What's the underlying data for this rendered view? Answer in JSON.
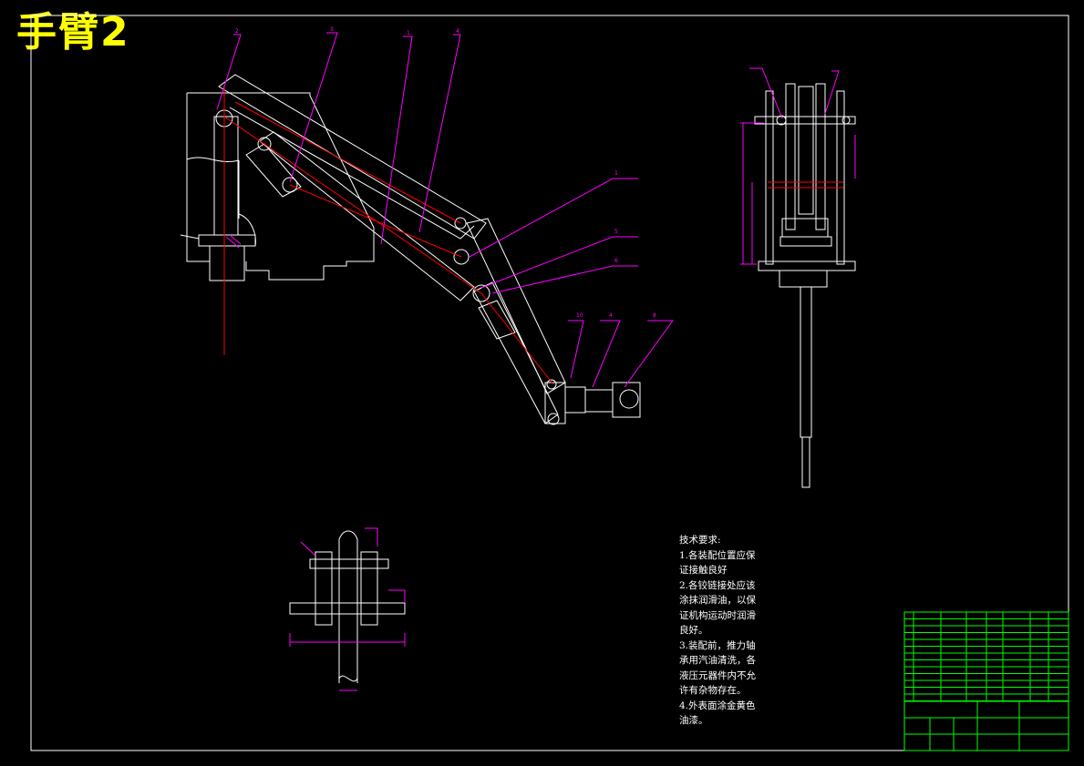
{
  "drawing": {
    "title": "手臂2",
    "tech_requirements": {
      "heading": "技术要求:",
      "items": [
        "1.各装配位置应保证接触良好",
        "2.各铰链接处应该涂抹润滑油，以保证机构运动时润滑良好。",
        "3.装配前，推力轴承用汽油清洗，各液压元器件内不允许有杂物存在。",
        "4.外表面涂金黄色油漆。"
      ]
    },
    "balloons": [
      "2",
      "3",
      "1",
      "4",
      "1",
      "5",
      "6",
      "10",
      "4",
      "8"
    ]
  },
  "colors": {
    "background": "#000000",
    "outline": "#ffffff",
    "dimension": "#ff00ff",
    "centerline": "#ff0000",
    "title": "#ffff00",
    "title_block": "#00ff00"
  }
}
